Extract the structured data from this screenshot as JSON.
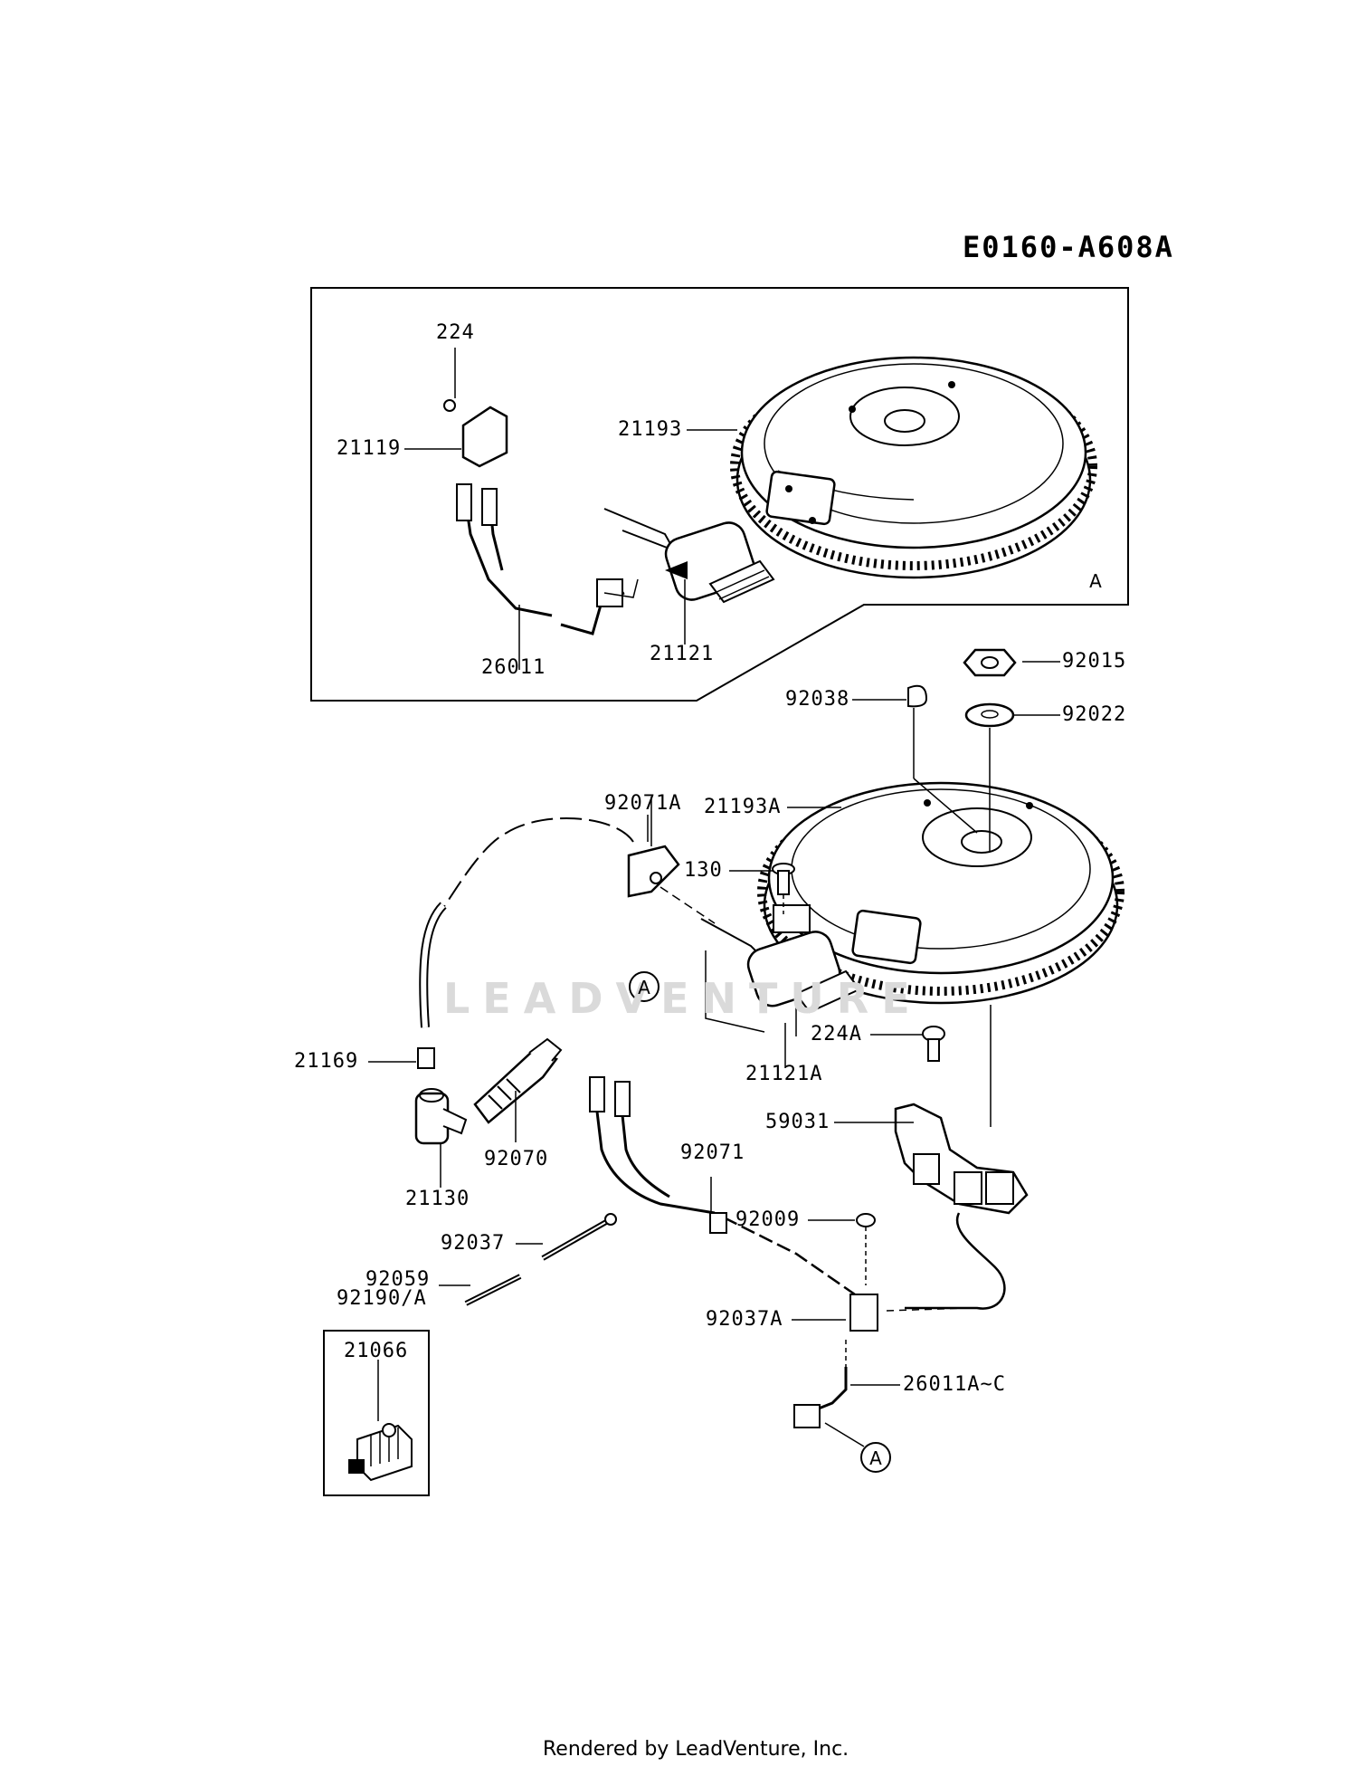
{
  "diagram_id": "E0160-A608A",
  "footer": "Rendered by LeadVenture, Inc.",
  "watermark": "LEADVENTURE",
  "inset_letter": "A",
  "ref_marker": "A",
  "parts": {
    "p224": "224",
    "p21119": "21119",
    "p21193": "21193",
    "p26011": "26011",
    "p21121": "21121",
    "p92015": "92015",
    "p92038": "92038",
    "p92022": "92022",
    "p92071A": "92071A",
    "p21193A": "21193A",
    "p130": "130",
    "p21121A": "21121A",
    "p224A": "224A",
    "p21169": "21169",
    "p59031": "59031",
    "p92070": "92070",
    "p21130": "21130",
    "p92071": "92071",
    "p92009": "92009",
    "p92037": "92037",
    "p92059": "92059",
    "p92190A": "92190/A",
    "p92037A": "92037A",
    "p21066": "21066",
    "p26011AC": "26011A~C"
  }
}
